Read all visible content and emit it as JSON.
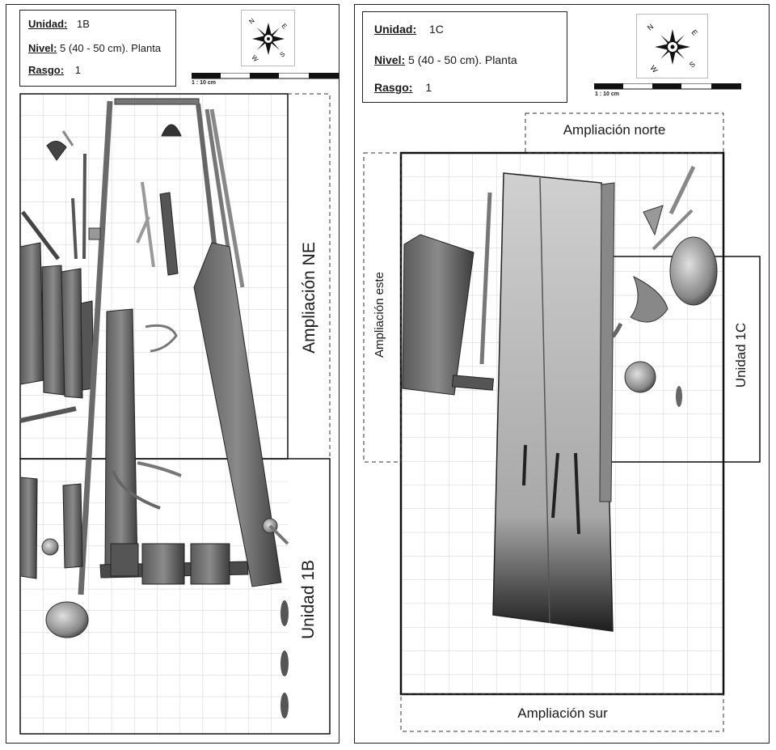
{
  "left": {
    "info": {
      "unidad_label": "Unidad:",
      "unidad_value": "1B",
      "nivel_label": "Nivel:",
      "nivel_value": "5 (40 - 50 cm). Planta",
      "rasgo_label": "Rasgo:",
      "rasgo_value": "1"
    },
    "compass": {
      "n": "N",
      "e": "E",
      "s": "S",
      "w": "W"
    },
    "scale_label": "1 : 10 cm",
    "extensions": {
      "ne": "Ampliación NE",
      "unit": "Unidad 1B"
    }
  },
  "right": {
    "info": {
      "unidad_label": "Unidad:",
      "unidad_value": "1C",
      "nivel_label": "Nivel:",
      "nivel_value": "5 (40 - 50 cm). Planta",
      "rasgo_label": "Rasgo:",
      "rasgo_value": "1"
    },
    "compass": {
      "n": "N",
      "e": "E",
      "s": "S",
      "w": "W"
    },
    "scale_label": "1 : 10 cm",
    "extensions": {
      "north": "Ampliación norte",
      "east": "Ampliación este",
      "south": "Ampliación sur",
      "unit": "Unidad 1C"
    }
  },
  "colors": {
    "wood_dark": "#3a3a3a",
    "wood_mid": "#6e6e6e",
    "wood_light": "#b8b8b8",
    "grid": "#cfcfcf"
  }
}
